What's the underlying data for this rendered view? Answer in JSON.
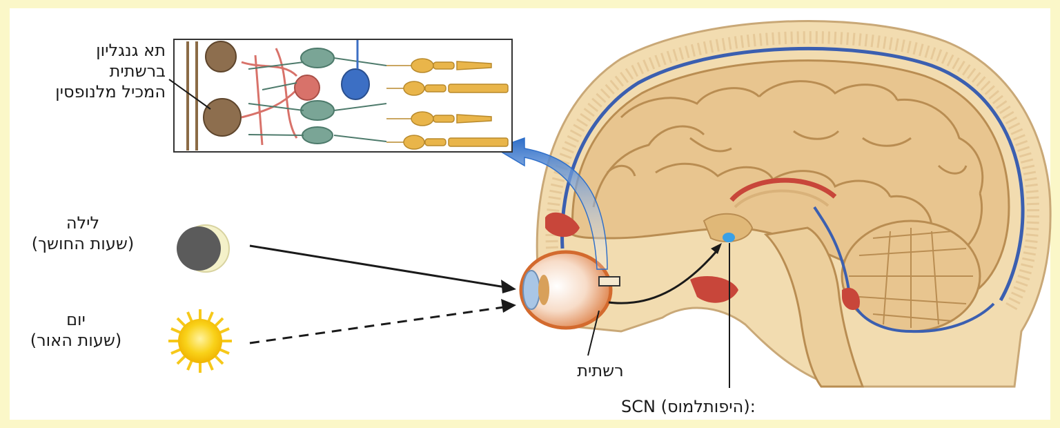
{
  "labels": {
    "ganglion": [
      "תא גנגליון",
      "ברשתית",
      "המכיל מלנופסין"
    ],
    "night_title": "לילה",
    "night_sub": "(שעות החושך)",
    "day_title": "יום",
    "day_sub": "(שעות האור)",
    "retina": "רשתית",
    "scn": "SCN (היפותלמוס):"
  },
  "icons": {
    "moon": "crescent-moon-icon",
    "sun": "sun-icon"
  },
  "colors": {
    "page_border": "#fbf7c8",
    "brain": "#e8c58f",
    "skull_bone": "#f2dcb0",
    "vessel_blue": "#3b5fb0",
    "vessel_red": "#c8463a",
    "scn_dot": "#3aa0e6",
    "arrow_blue": "#2f6fc9",
    "sun": "#f9d21a",
    "moon_dark": "#5b5b5b",
    "moon_light": "#f4f1c9"
  }
}
